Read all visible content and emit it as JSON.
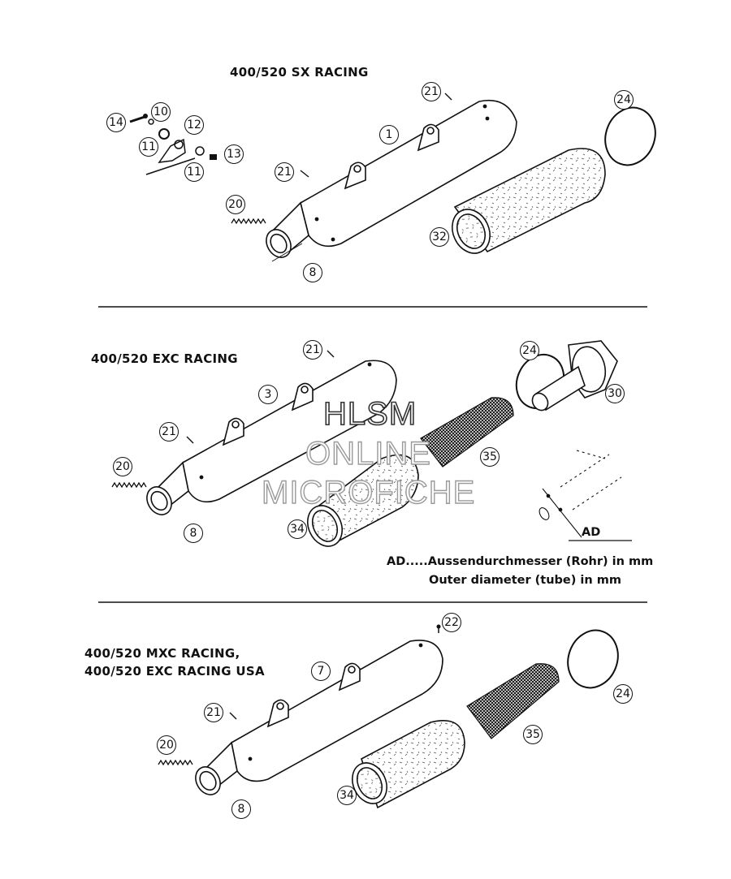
{
  "sections": [
    {
      "title": "400/520 SX RACING"
    },
    {
      "title": "400/520 EXC RACING"
    },
    {
      "title_line1": "400/520 MXC RACING,",
      "title_line2": "400/520 EXC RACING USA"
    }
  ],
  "callouts": {
    "sx": [
      "14",
      "10",
      "12",
      "11",
      "11",
      "13",
      "20",
      "21",
      "1",
      "21",
      "8",
      "24",
      "32"
    ],
    "exc": [
      "21",
      "3",
      "21",
      "20",
      "8",
      "24",
      "30",
      "35",
      "34"
    ],
    "mxc": [
      "22",
      "7",
      "21",
      "20",
      "8",
      "24",
      "35",
      "34"
    ]
  },
  "dimension_label": "AD",
  "legend": {
    "line1": "AD.....Aussendurchmesser (Rohr) in mm",
    "line2": "Outer diameter (tube) in mm"
  },
  "watermark": {
    "line1": "HLSM",
    "line2": "ONLINE",
    "line3": "MICROFICHE"
  }
}
